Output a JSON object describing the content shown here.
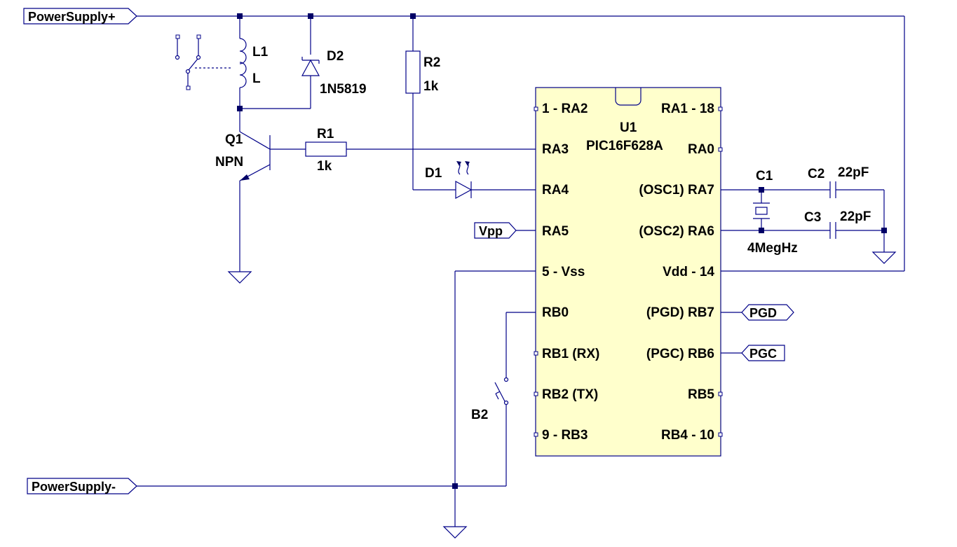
{
  "net_labels": {
    "power_plus": "PowerSupply+",
    "power_minus": "PowerSupply-",
    "vpp": "Vpp",
    "pgd": "PGD",
    "pgc": "PGC"
  },
  "components": {
    "relay": {
      "ref": "L1",
      "value": "L"
    },
    "diode_d2": {
      "ref": "D2",
      "value": "1N5819"
    },
    "resistor_r2": {
      "ref": "R2",
      "value": "1k"
    },
    "resistor_r1": {
      "ref": "R1",
      "value": "1k"
    },
    "transistor": {
      "ref": "Q1",
      "value": "NPN"
    },
    "led": {
      "ref": "D1"
    },
    "crystal": {
      "ref": "C1",
      "value": "4MegHz"
    },
    "cap_c2": {
      "ref": "C2",
      "value": "22pF"
    },
    "cap_c3": {
      "ref": "C3",
      "value": "22pF"
    },
    "button": {
      "ref": "B2"
    },
    "mcu": {
      "ref": "U1",
      "value": "PIC16F628A",
      "left_pins": [
        "1 - RA2",
        "RA3",
        "RA4",
        "RA5",
        "5 - Vss",
        "RB0",
        "RB1 (RX)",
        "RB2 (TX)",
        "9 - RB3"
      ],
      "right_pins": [
        "RA1 - 18",
        "RA0",
        "(OSC1) RA7",
        "(OSC2) RA6",
        "Vdd - 14",
        "(PGD) RB7",
        "(PGC) RB6",
        "RB5",
        "RB4 - 10"
      ]
    }
  },
  "colors": {
    "wire": "#000088",
    "chip_fill": "#ffffcc",
    "node": "#000066"
  }
}
